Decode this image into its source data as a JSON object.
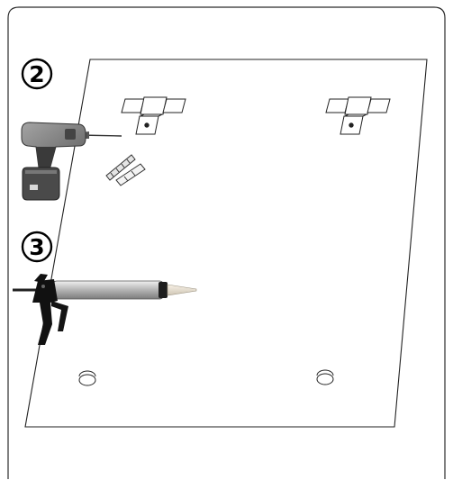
{
  "steps": [
    {
      "number": "2",
      "tool": "drill-icon"
    },
    {
      "number": "3",
      "tool": "caulking-gun-icon"
    }
  ],
  "components": {
    "mounting_clips": [
      "clip-left",
      "clip-right"
    ],
    "screw_with_anchor": "screw-anchor-icon",
    "adhesive_pads": [
      "pad-left",
      "pad-right"
    ]
  },
  "colors": {
    "outline": "#222222",
    "frame": "#2b2b2b",
    "drill_body": "#7d7d7d",
    "drill_grip": "#3a3a3a",
    "gun_tube": "#c8c8c8",
    "gun_handle": "#111111"
  }
}
